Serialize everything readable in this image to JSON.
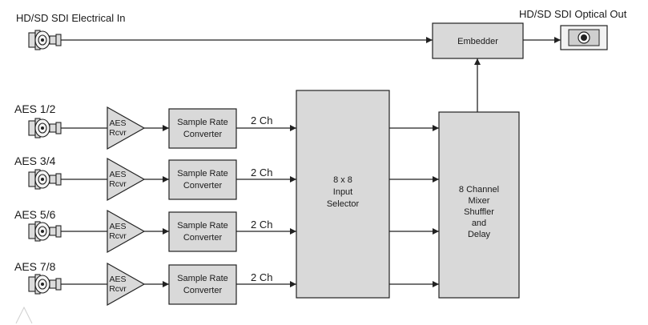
{
  "sdi_in_label": "HD/SD SDI Electrical In",
  "sdi_out_label": "HD/SD SDI Optical Out",
  "embedder_label": "Embedder",
  "inputs": [
    {
      "label": "AES 1/2",
      "amp": [
        "AES",
        "Rcvr"
      ],
      "src": [
        "Sample Rate",
        "Converter"
      ],
      "ch": "2 Ch"
    },
    {
      "label": "AES 3/4",
      "amp": [
        "AES",
        "Rcvr"
      ],
      "src": [
        "Sample Rate",
        "Converter"
      ],
      "ch": "2 Ch"
    },
    {
      "label": "AES 5/6",
      "amp": [
        "AES",
        "Rcvr"
      ],
      "src": [
        "Sample Rate",
        "Converter"
      ],
      "ch": "2 Ch"
    },
    {
      "label": "AES 7/8",
      "amp": [
        "AES",
        "Rcvr"
      ],
      "src": [
        "Sample Rate",
        "Converter"
      ],
      "ch": "2 Ch"
    }
  ],
  "selector_lines": [
    "8 x 8",
    "Input",
    "Selector"
  ],
  "mixer_lines": [
    "8 Channel",
    "Mixer",
    "Shuffler",
    "and",
    "Delay"
  ]
}
